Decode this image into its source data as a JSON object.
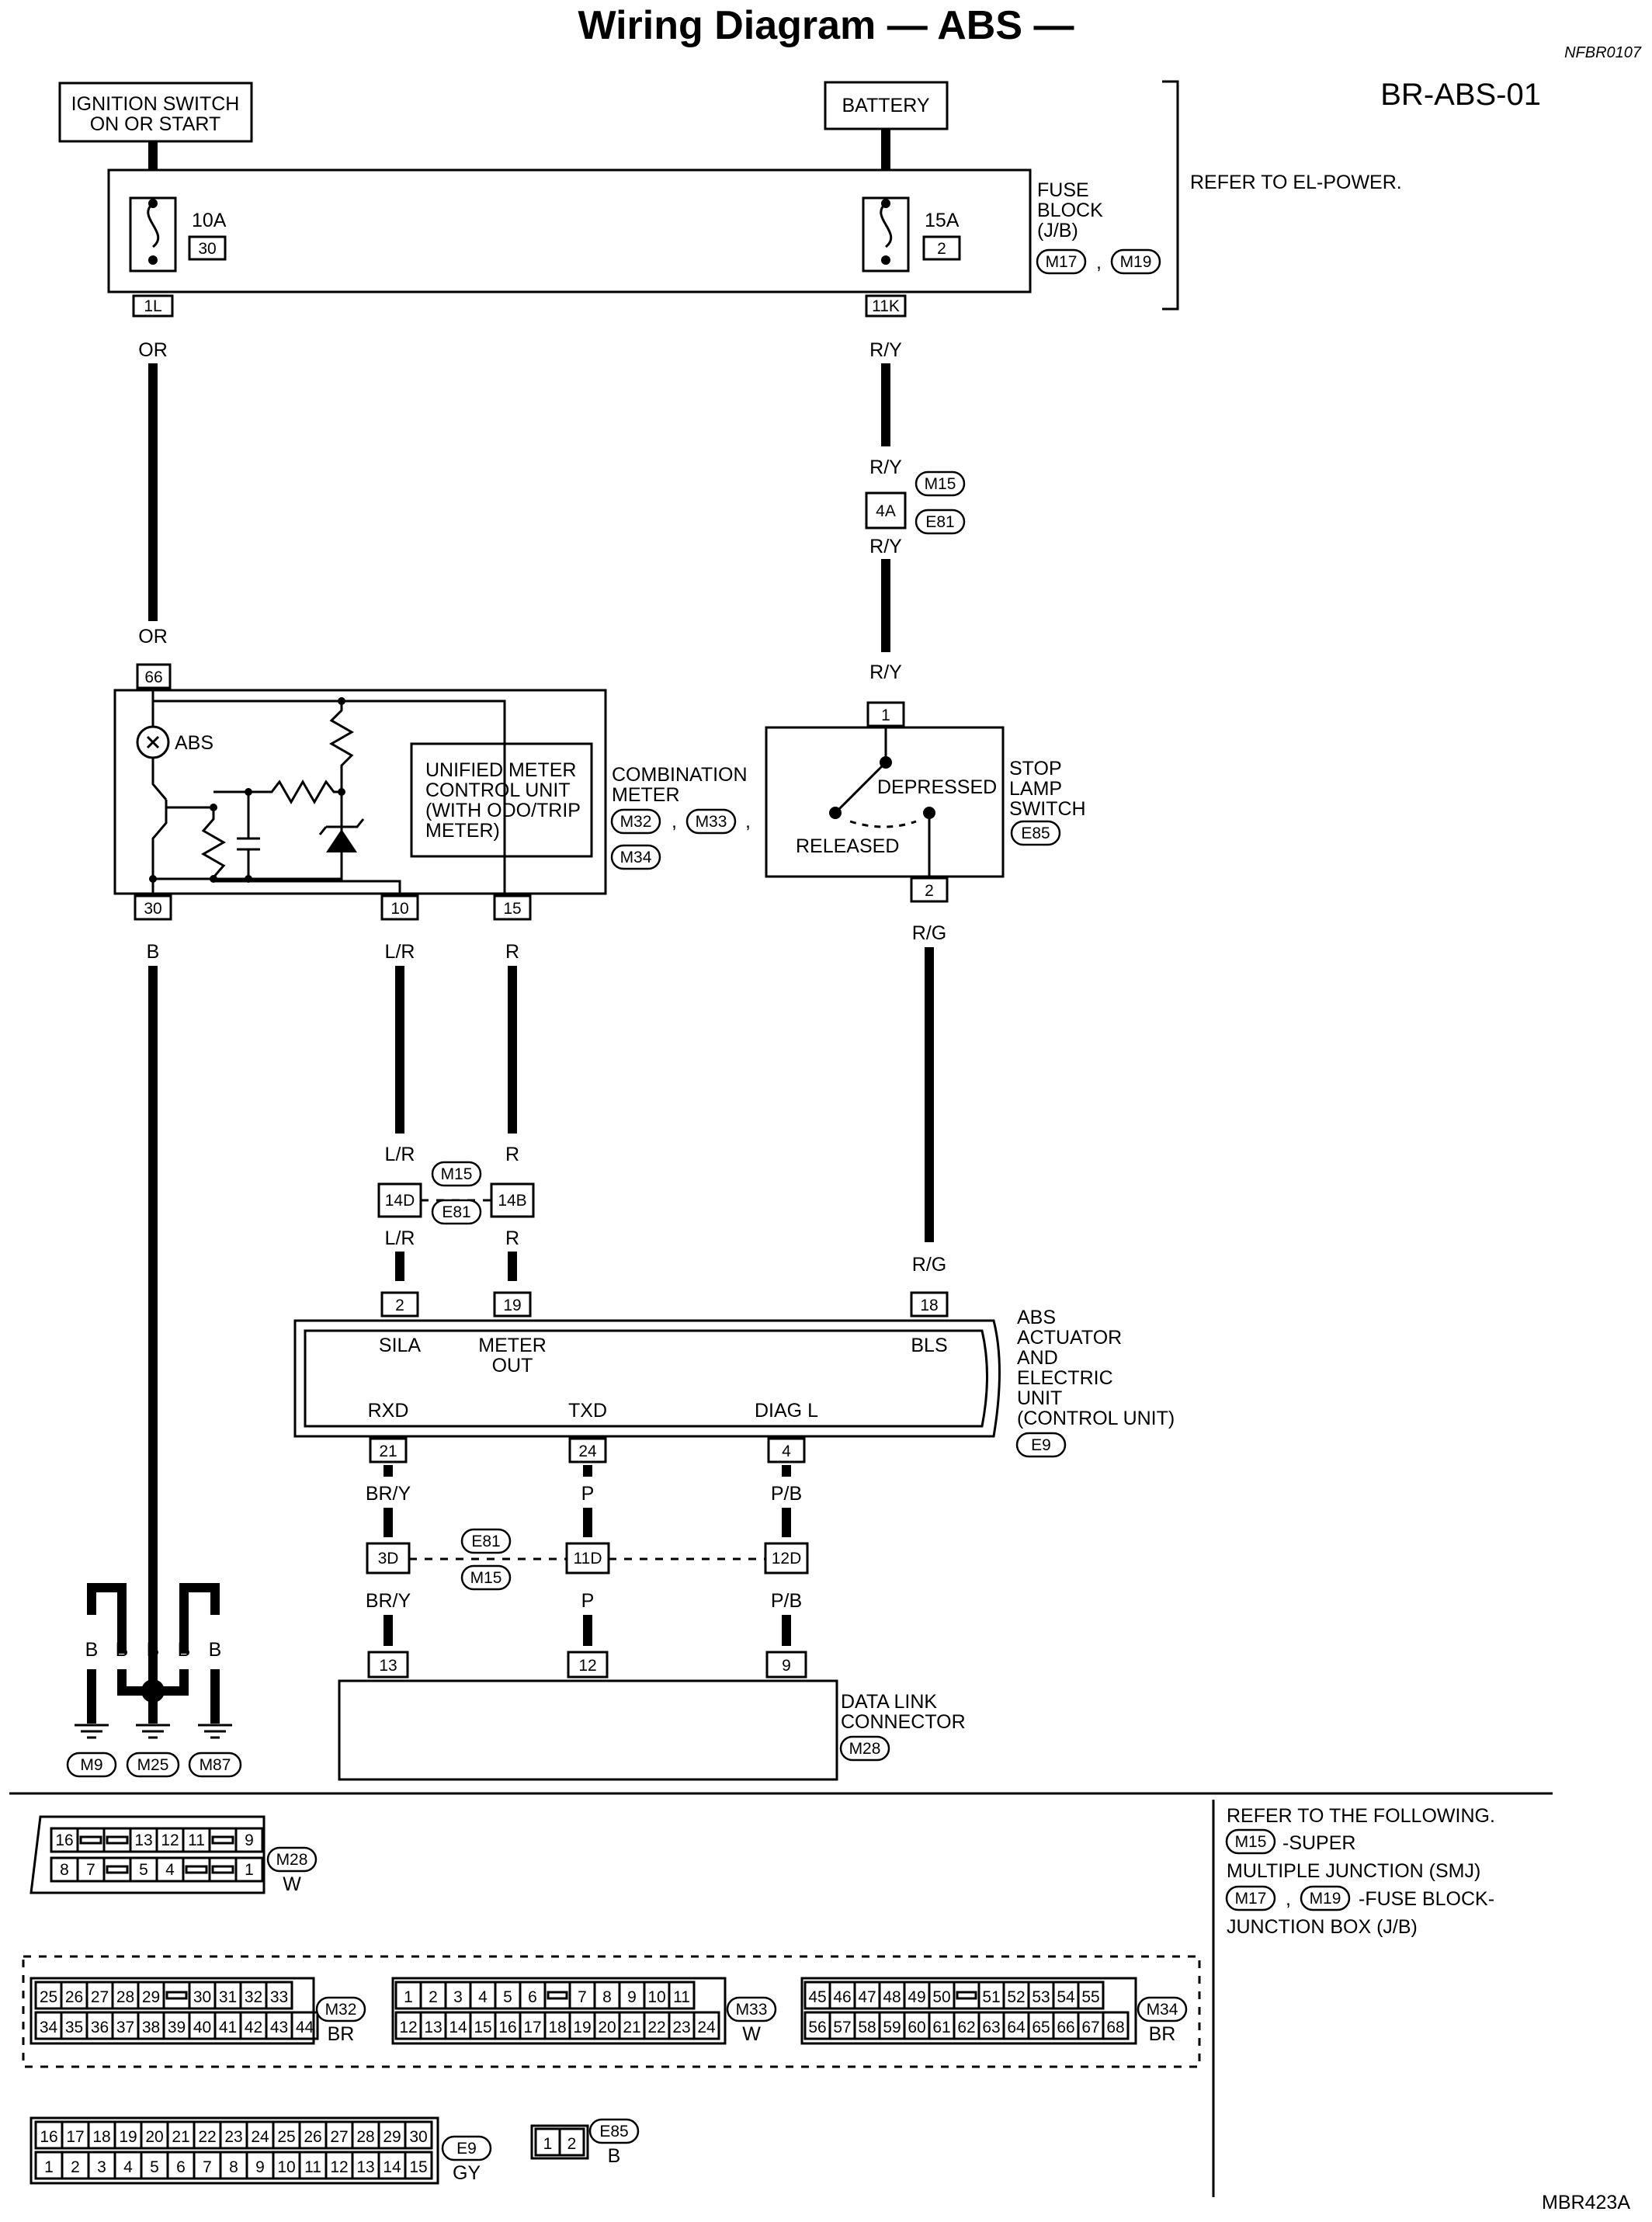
{
  "header": {
    "title": "Wiring Diagram — ABS —",
    "ref_code": "NFBR0107",
    "diagram_code": "BR-ABS-01",
    "refer_power": "REFER TO EL-POWER."
  },
  "power": {
    "ignition_line1": "IGNITION SWITCH",
    "ignition_line2": "ON OR START",
    "battery": "BATTERY"
  },
  "fuse_block": {
    "label1": "FUSE",
    "label2": "BLOCK",
    "label3": "(J/B)",
    "conn_a": "M17",
    "conn_b": "M19",
    "fuse_left_amp": "10A",
    "fuse_left_num": "30",
    "fuse_right_amp": "15A",
    "fuse_right_num": "2",
    "pin_left": "1L",
    "pin_right": "11K",
    "comma": ","
  },
  "wires": {
    "or": "OR",
    "ry": "R/Y",
    "b": "B",
    "lr": "L/R",
    "r": "R",
    "rg": "R/G",
    "bry": "BR/Y",
    "p": "P",
    "pb": "P/B"
  },
  "junction_4a": {
    "pin": "4A",
    "conn_a": "M15",
    "conn_b": "E81"
  },
  "junction_14": {
    "pin_a": "14D",
    "pin_b": "14B",
    "conn_a": "M15",
    "conn_b": "E81"
  },
  "junction_bottom": {
    "pin_a": "3D",
    "pin_b": "11D",
    "pin_c": "12D",
    "conn_a": "E81",
    "conn_b": "M15"
  },
  "combination_meter": {
    "label1": "COMBINATION",
    "label2": "METER",
    "conn_a": "M32",
    "conn_b": "M33",
    "conn_c": "M34",
    "abs_lamp": "ABS",
    "unit1": "UNIFIED METER",
    "unit2": "CONTROL UNIT",
    "unit3": "(WITH ODO/TRIP",
    "unit4": "METER)",
    "pin_top": "66",
    "pin_30": "30",
    "pin_10": "10",
    "pin_15": "15"
  },
  "stop_lamp": {
    "label1": "STOP",
    "label2": "LAMP",
    "label3": "SWITCH",
    "conn": "E85",
    "depressed": "DEPRESSED",
    "released": "RELEASED",
    "pin_1": "1",
    "pin_2": "2"
  },
  "abs_unit": {
    "label1": "ABS",
    "label2": "ACTUATOR",
    "label3": "AND",
    "label4": "ELECTRIC",
    "label5": "UNIT",
    "label6": "(CONTROL UNIT)",
    "conn": "E9",
    "sila": "SILA",
    "meter_out1": "METER",
    "meter_out2": "OUT",
    "bls": "BLS",
    "rxd": "RXD",
    "txd": "TXD",
    "diag": "DIAG L",
    "pin_2": "2",
    "pin_19": "19",
    "pin_18": "18",
    "pin_21": "21",
    "pin_24": "24",
    "pin_4": "4"
  },
  "dlc": {
    "label1": "DATA LINK",
    "label2": "CONNECTOR",
    "conn": "M28",
    "pin_13": "13",
    "pin_12": "12",
    "pin_9": "9"
  },
  "grounds": [
    "M9",
    "M25",
    "M87"
  ],
  "refer_following": {
    "line1": "REFER TO THE FOLLOWING.",
    "m15": "M15",
    "m15_text": "-SUPER",
    "line3": "MULTIPLE JUNCTION (SMJ)",
    "m17": "M17",
    "m19": "M19",
    "m19_text": "-FUSE BLOCK-",
    "line5": "JUNCTION BOX (J/B)",
    "comma": ","
  },
  "connectors": {
    "m28": {
      "id": "M28",
      "color": "W",
      "top": [
        "16",
        "",
        "",
        "13",
        "12",
        "11",
        "",
        "9"
      ],
      "bottom": [
        "8",
        "7",
        "",
        "5",
        "4",
        "",
        "",
        "1"
      ]
    },
    "m32": {
      "id": "M32",
      "color": "BR",
      "top": [
        "25",
        "26",
        "27",
        "28",
        "29",
        "",
        "30",
        "31",
        "32",
        "33"
      ],
      "bottom": [
        "34",
        "35",
        "36",
        "37",
        "38",
        "39",
        "40",
        "41",
        "42",
        "43",
        "44"
      ]
    },
    "m33": {
      "id": "M33",
      "color": "W",
      "top": [
        "1",
        "2",
        "3",
        "4",
        "5",
        "6",
        "",
        "7",
        "8",
        "9",
        "10",
        "11"
      ],
      "bottom": [
        "12",
        "13",
        "14",
        "15",
        "16",
        "17",
        "18",
        "19",
        "20",
        "21",
        "22",
        "23",
        "24"
      ]
    },
    "m34": {
      "id": "M34",
      "color": "BR",
      "top": [
        "45",
        "46",
        "47",
        "48",
        "49",
        "50",
        "",
        "51",
        "52",
        "53",
        "54",
        "55"
      ],
      "bottom": [
        "56",
        "57",
        "58",
        "59",
        "60",
        "61",
        "62",
        "63",
        "64",
        "65",
        "66",
        "67",
        "68"
      ]
    },
    "e9": {
      "id": "E9",
      "color": "GY",
      "top": [
        "16",
        "17",
        "18",
        "19",
        "20",
        "21",
        "22",
        "23",
        "24",
        "25",
        "26",
        "27",
        "28",
        "29",
        "30"
      ],
      "bottom": [
        "1",
        "2",
        "3",
        "4",
        "5",
        "6",
        "7",
        "8",
        "9",
        "10",
        "11",
        "12",
        "13",
        "14",
        "15"
      ]
    },
    "e85": {
      "id": "E85",
      "color": "B",
      "pins": [
        "1",
        "2"
      ]
    }
  },
  "footer_code": "MBR423A"
}
